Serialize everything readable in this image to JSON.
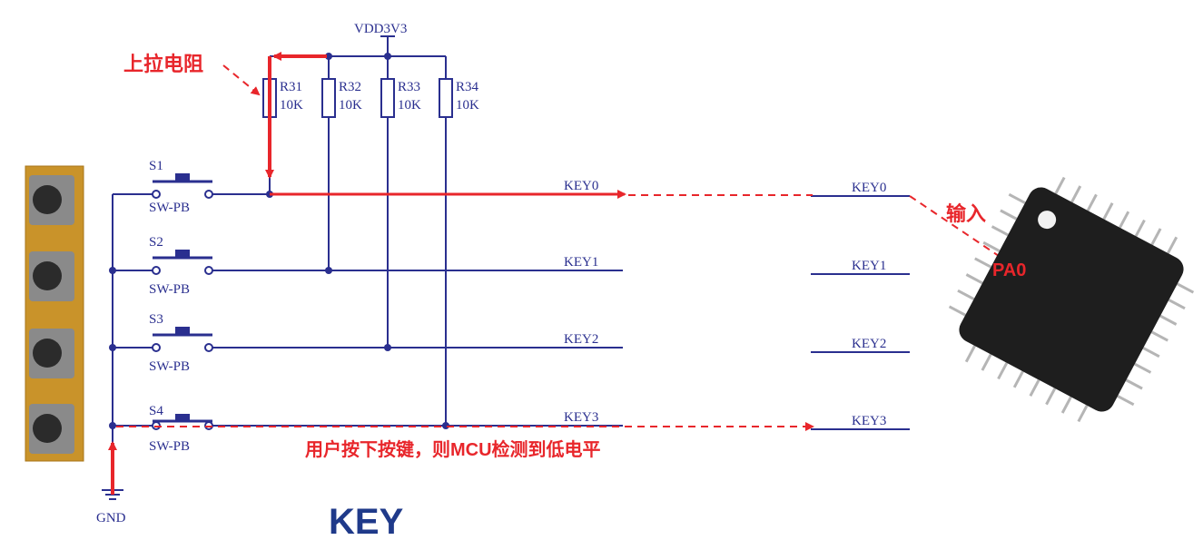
{
  "title": "KEY",
  "power": {
    "vdd": "VDD3V3",
    "gnd": "GND"
  },
  "resistors": [
    {
      "ref": "R31",
      "value": "10K"
    },
    {
      "ref": "R32",
      "value": "10K"
    },
    {
      "ref": "R33",
      "value": "10K"
    },
    {
      "ref": "R34",
      "value": "10K"
    }
  ],
  "switches": [
    {
      "ref": "S1",
      "type": "SW-PB"
    },
    {
      "ref": "S2",
      "type": "SW-PB"
    },
    {
      "ref": "S3",
      "type": "SW-PB"
    },
    {
      "ref": "S4",
      "type": "SW-PB"
    }
  ],
  "nets": [
    "KEY0",
    "KEY1",
    "KEY2",
    "KEY3"
  ],
  "mcu_nets": [
    "KEY0",
    "KEY1",
    "KEY2",
    "KEY3"
  ],
  "annotations": {
    "pullup": "上拉电阻",
    "input": "输入",
    "pin": "PA0",
    "note": "用户按下按键，则MCU检测到低电平"
  },
  "colors": {
    "wire": "#2a2f8f",
    "highlight": "#e8262b",
    "chip": "#1e1e1e"
  }
}
